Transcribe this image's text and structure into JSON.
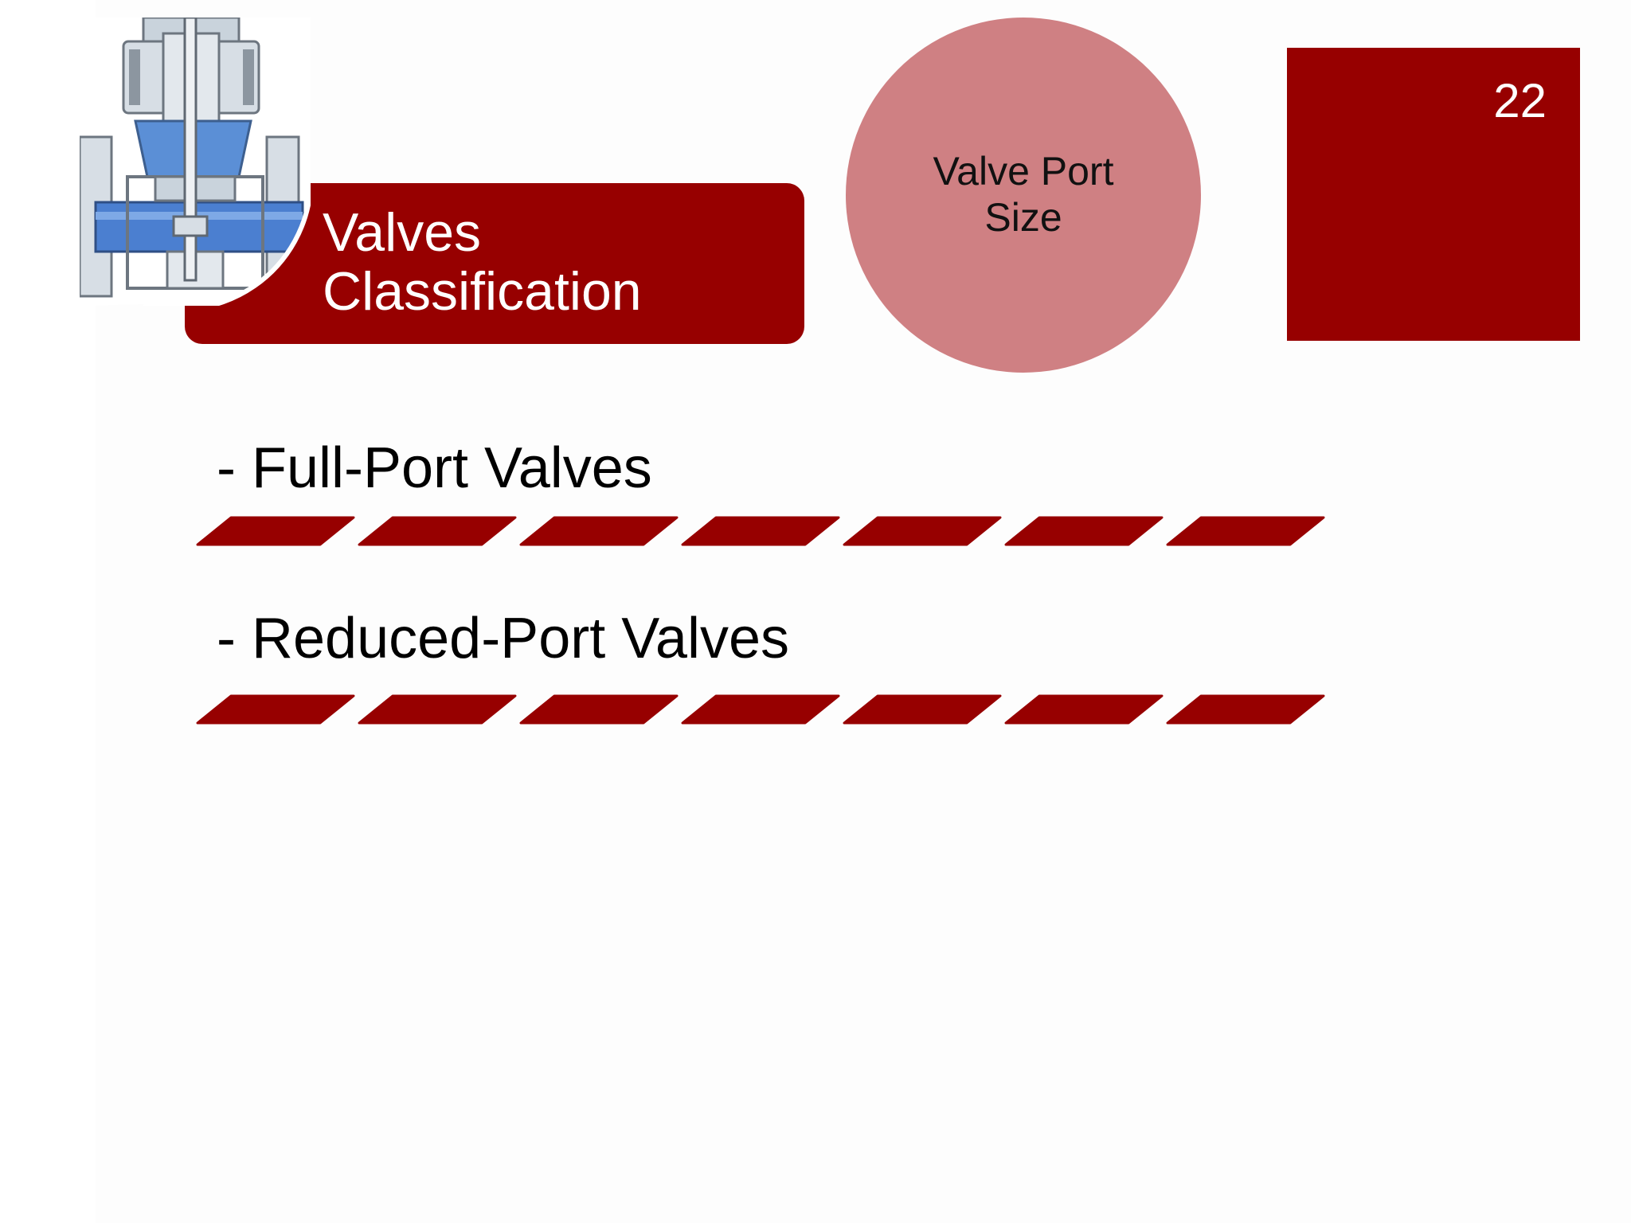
{
  "slide": {
    "title_line1": "Valves",
    "title_line2": "Classification",
    "topic_line1": "Valve Port",
    "topic_line2": "Size",
    "slide_number": "22"
  },
  "bullets": [
    {
      "text": "- Full-Port Valves"
    },
    {
      "text": "- Reduced-Port Valves"
    }
  ],
  "colors": {
    "accent": "#970000",
    "circle": "#cf8083",
    "valve_blue": "#5b8fd6",
    "valve_steel": "#c9d3dc"
  },
  "icons": {
    "valve_illustration": "valve-cutaway-icon"
  }
}
